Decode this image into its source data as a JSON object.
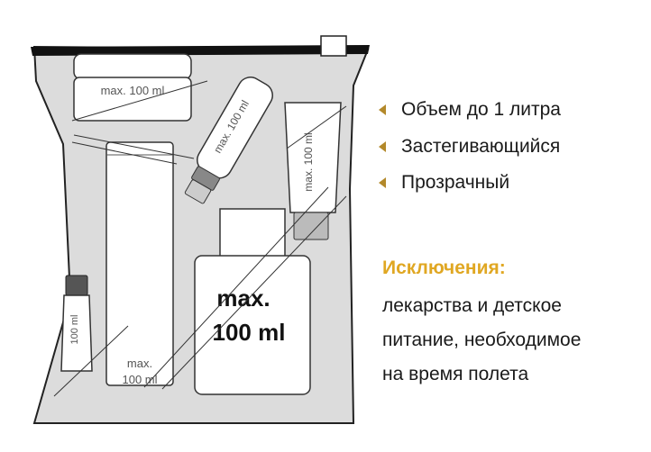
{
  "bag": {
    "labels": {
      "jar": "max. 100 ml",
      "bottle": "max. 100 ml",
      "tube_large": "max. 100 ml",
      "can_max": "max.",
      "can_volume": "100 ml",
      "tube_small": "100 ml",
      "big_container_line1": "max.",
      "big_container_line2": "100 ml"
    }
  },
  "features": [
    {
      "text": "Объем до 1 литра",
      "icon": "triangle-bullet-icon"
    },
    {
      "text": "Застегивающийся",
      "icon": "triangle-bullet-icon"
    },
    {
      "text": "Прозрачный",
      "icon": "triangle-bullet-icon"
    }
  ],
  "exceptions": {
    "title": "Исключения:",
    "lines": [
      "лекарства и детское",
      "питание, необходимое",
      "на время полета"
    ]
  },
  "colors": {
    "accent": "#e0a722",
    "arrow": "#b3892b",
    "text": "#1a1a1a",
    "bag": "#dcdcdc"
  }
}
